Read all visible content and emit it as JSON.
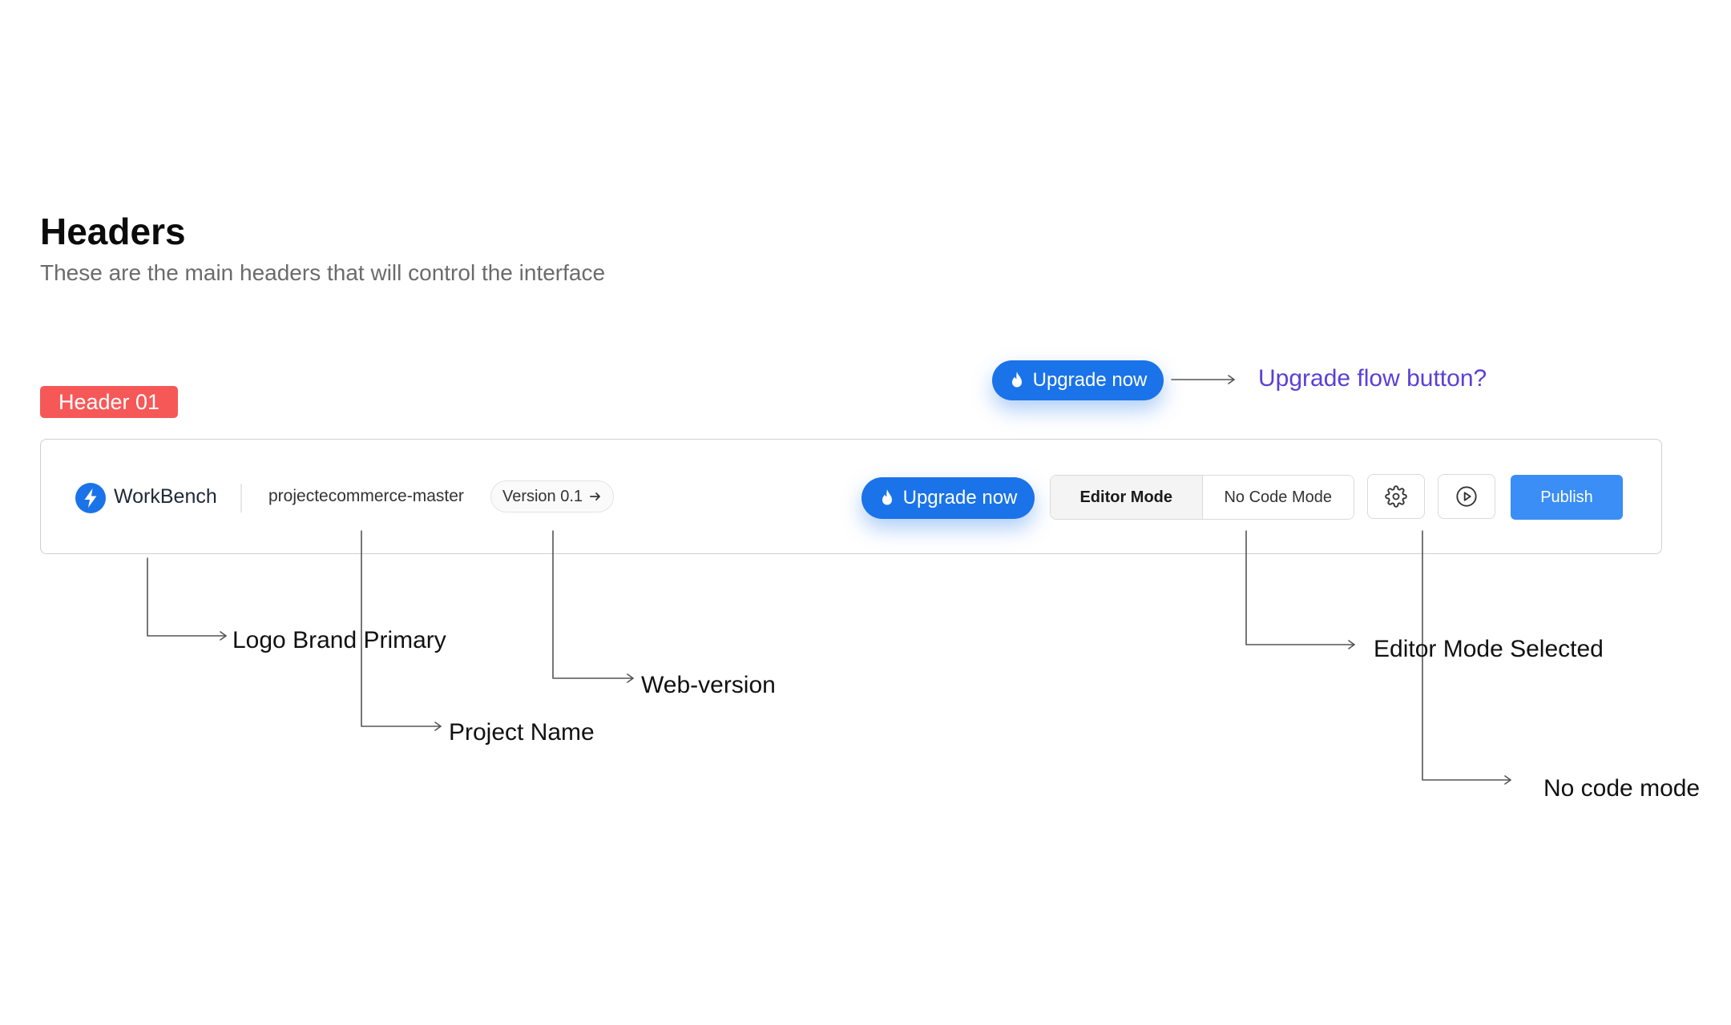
{
  "page": {
    "title": "Headers",
    "subtitle": "These are the main headers that will control the interface"
  },
  "tag": {
    "label": "Header 01",
    "color": "#f65858"
  },
  "floating_upgrade": {
    "label": "Upgrade now",
    "icon": "flame-icon",
    "note": "Upgrade flow button?"
  },
  "header": {
    "brand": {
      "icon": "lightning-bolt-icon",
      "name": "WorkBench"
    },
    "project_name": "projectecommerce-master",
    "version": {
      "label": "Version 0.1",
      "icon": "arrow-right-icon"
    },
    "upgrade": {
      "label": "Upgrade now",
      "icon": "flame-icon"
    },
    "modes": [
      {
        "label": "Editor Mode",
        "selected": true
      },
      {
        "label": "No Code Mode",
        "selected": false
      }
    ],
    "settings": {
      "icon": "gear-icon"
    },
    "preview": {
      "icon": "play-circle-icon"
    },
    "publish_label": "Publish"
  },
  "annotations": {
    "logo": "Logo Brand Primary",
    "project": "Project Name",
    "version": "Web-version",
    "editor": "Editor Mode Selected",
    "nocode": "No code mode"
  },
  "colors": {
    "primary_blue": "#1a73e8",
    "publish_blue": "#3a8ef5",
    "note_purple": "#5b3fd6",
    "tag_red": "#f65858"
  }
}
